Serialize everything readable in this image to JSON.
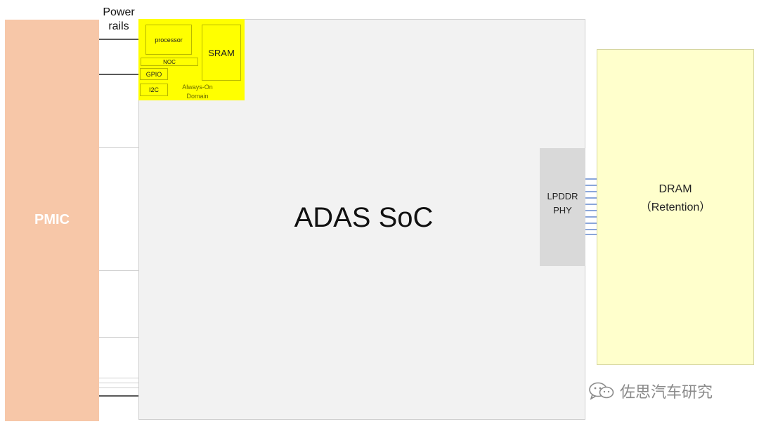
{
  "labels": {
    "power_rails_line1": "Power",
    "power_rails_line2": "rails",
    "pmic": "PMIC",
    "soc": "ADAS SoC",
    "processor": "processor",
    "sram": "SRAM",
    "noc": "NOC",
    "gpio": "GPIO",
    "i2c": "I2C",
    "aon_line1": "Always-On",
    "aon_line2": "Domain",
    "phy_line1": "LPDDR",
    "phy_line2": "PHY",
    "dram_line1": "DRAM",
    "dram_line2": "（Retention）",
    "watermark": "佐思汽车研究"
  },
  "icons": {
    "watermark": "wechat-icon"
  },
  "colors": {
    "pmic": "#f7c7a8",
    "soc": "#f2f2f2",
    "always_on": "#ffff00",
    "phy": "#d9d9d9",
    "dram": "#ffffcc",
    "signal_lines": "#4472c4"
  }
}
